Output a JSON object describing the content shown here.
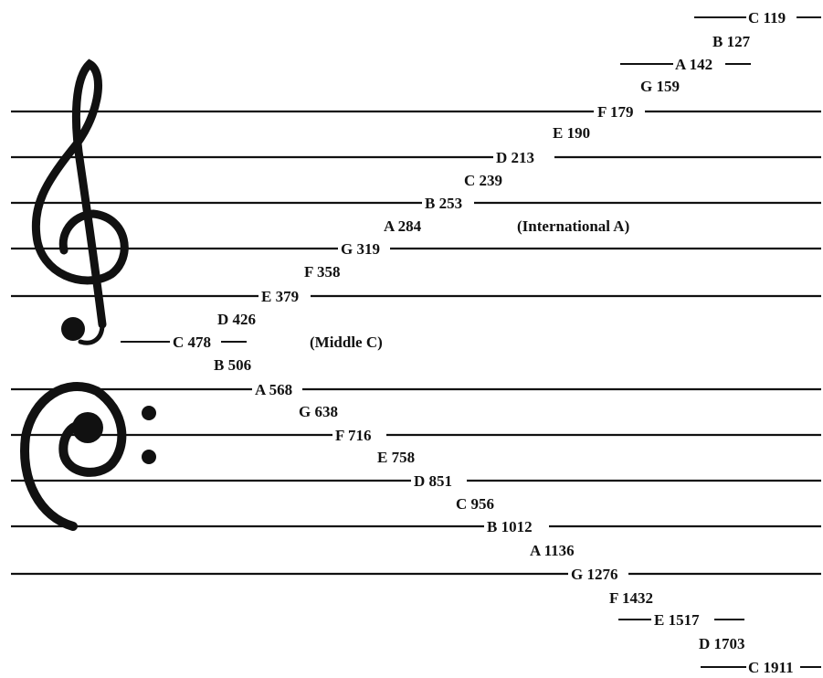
{
  "notes": [
    {
      "note": "C",
      "value": "119",
      "label": "C 119"
    },
    {
      "note": "B",
      "value": "127",
      "label": "B 127"
    },
    {
      "note": "A",
      "value": "142",
      "label": "A 142"
    },
    {
      "note": "G",
      "value": "159",
      "label": "G 159"
    },
    {
      "note": "F",
      "value": "179",
      "label": "F 179"
    },
    {
      "note": "E",
      "value": "190",
      "label": "E 190"
    },
    {
      "note": "D",
      "value": "213",
      "label": "D 213"
    },
    {
      "note": "C",
      "value": "239",
      "label": "C 239"
    },
    {
      "note": "B",
      "value": "253",
      "label": "B 253"
    },
    {
      "note": "A",
      "value": "284",
      "label": "A 284"
    },
    {
      "note": "G",
      "value": "319",
      "label": "G 319"
    },
    {
      "note": "F",
      "value": "358",
      "label": "F 358"
    },
    {
      "note": "E",
      "value": "379",
      "label": "E 379"
    },
    {
      "note": "D",
      "value": "426",
      "label": "D 426"
    },
    {
      "note": "C",
      "value": "478",
      "label": "C 478"
    },
    {
      "note": "B",
      "value": "506",
      "label": "B 506"
    },
    {
      "note": "A",
      "value": "568",
      "label": "A 568"
    },
    {
      "note": "G",
      "value": "638",
      "label": "G 638"
    },
    {
      "note": "F",
      "value": "716",
      "label": "F 716"
    },
    {
      "note": "E",
      "value": "758",
      "label": "E 758"
    },
    {
      "note": "D",
      "value": "851",
      "label": "D 851"
    },
    {
      "note": "C",
      "value": "956",
      "label": "C 956"
    },
    {
      "note": "B",
      "value": "1012",
      "label": "B 1012"
    },
    {
      "note": "A",
      "value": "1136",
      "label": "A 1136"
    },
    {
      "note": "G",
      "value": "1276",
      "label": "G 1276"
    },
    {
      "note": "F",
      "value": "1432",
      "label": "F 1432"
    },
    {
      "note": "E",
      "value": "1517",
      "label": "E 1517"
    },
    {
      "note": "D",
      "value": "1703",
      "label": "D 1703"
    },
    {
      "note": "C",
      "value": "1911",
      "label": "C 1911"
    }
  ],
  "annotations": {
    "international_a": "(International A)",
    "middle_c": "(Middle C)"
  },
  "icons": {
    "treble": "treble-clef-icon",
    "bass": "bass-clef-icon"
  }
}
